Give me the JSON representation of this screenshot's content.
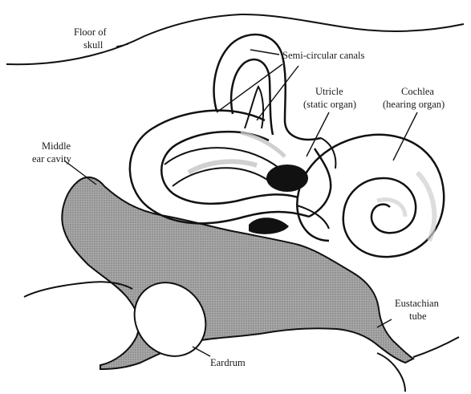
{
  "diagram": {
    "labels": {
      "floor_of_skull": [
        "Floor of",
        "skull"
      ],
      "semicircular_canals": [
        "Semi-circular canals"
      ],
      "utricle": [
        "Utricle",
        "(static organ)"
      ],
      "cochlea": [
        "Cochlea",
        "(hearing organ)"
      ],
      "middle_ear_cavity": [
        "Middle",
        "ear cavity"
      ],
      "eustachian_tube": [
        "Eustachian",
        "tube"
      ],
      "eardrum": [
        "Eardrum"
      ]
    },
    "colors": {
      "ink": "#111111",
      "cavity_fill": "#9c9c9c",
      "stipple": "#c9c9c9",
      "background": "#ffffff"
    }
  }
}
